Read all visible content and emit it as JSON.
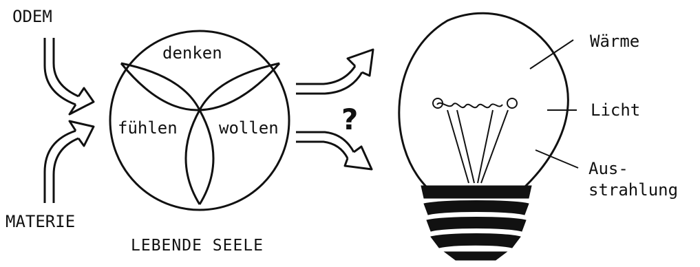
{
  "diagram": {
    "inputs": {
      "top": "ODEM",
      "bottom": "MATERIE"
    },
    "soul": {
      "segments": {
        "top": "denken",
        "left": "fühlen",
        "right": "wollen"
      },
      "caption": "LEBENDE SEELE"
    },
    "question_mark": "?",
    "bulb": {
      "labels": {
        "heat": "Wärme",
        "light": "Licht",
        "radiation_line1": "Aus-",
        "radiation_line2": "strahlung"
      }
    },
    "colors": {
      "ink": "#111111",
      "background": "#ffffff"
    }
  }
}
